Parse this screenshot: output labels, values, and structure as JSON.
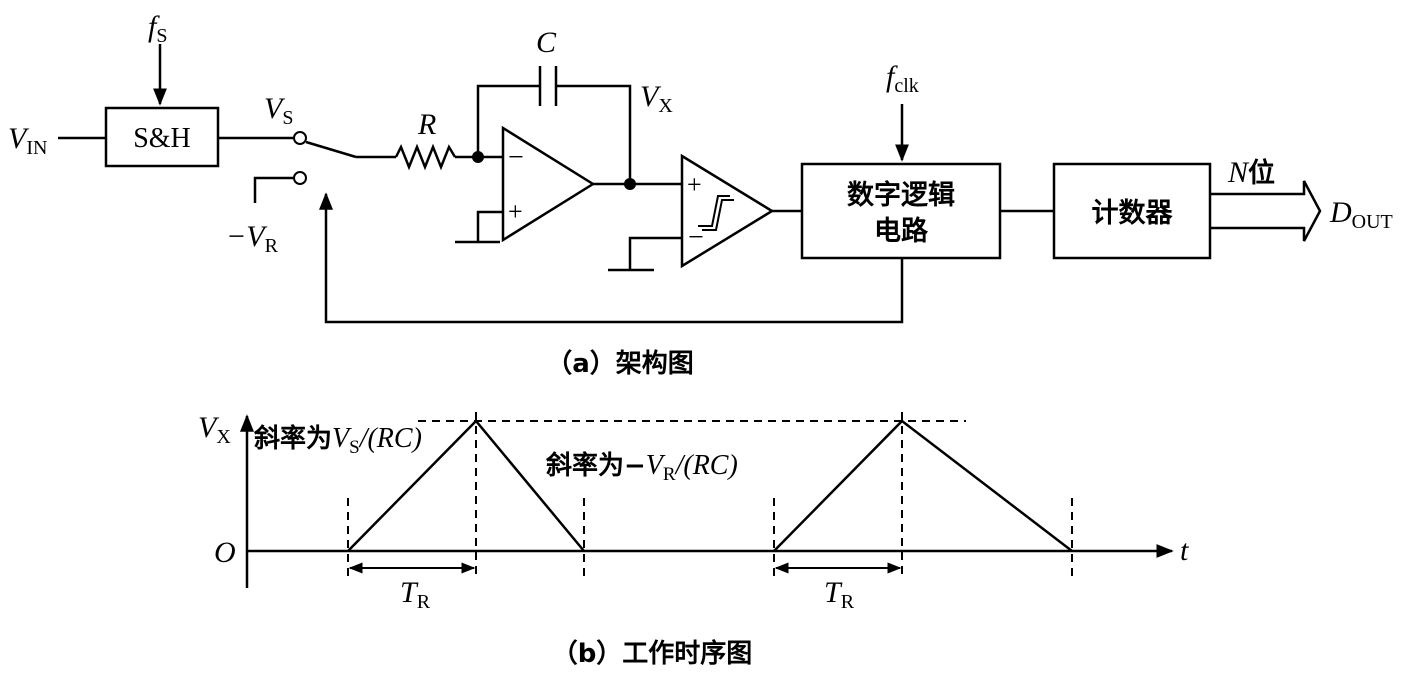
{
  "architecture": {
    "vin_label": "V",
    "vin_sub": "IN",
    "fs_label": "f",
    "fs_sub": "S",
    "sh_label": "S&H",
    "vs_label": "V",
    "vs_sub": "S",
    "vr_prefix": "−V",
    "vr_sub": "R",
    "r_label": "R",
    "c_label": "C",
    "vx_label": "V",
    "vx_sub": "X",
    "fclk_label": "f",
    "fclk_sub": "clk",
    "opamp_minus": "−",
    "opamp_plus": "+",
    "comp_plus": "+",
    "comp_minus": "−",
    "digital_logic_line1": "数字逻辑",
    "digital_logic_line2": "电路",
    "counter_label": "计数器",
    "nbit_italic": "N",
    "nbit_text": "位",
    "dout_label": "D",
    "dout_sub": "OUT",
    "caption": "（a）架构图"
  },
  "timing": {
    "vx_label": "V",
    "vx_sub": "X",
    "origin_label": "O",
    "t_label": "t",
    "slope_up_prefix": "斜率为",
    "slope_up_v": "V",
    "slope_up_sub": "S",
    "slope_up_suffix": "/(RC)",
    "slope_down_prefix": "斜率为−",
    "slope_down_v": "V",
    "slope_down_sub": "R",
    "slope_down_suffix": "/(RC)",
    "tr1_label": "T",
    "tr1_sub": "R",
    "tr2_label": "T",
    "tr2_sub": "R",
    "caption": "（b）工作时序图"
  }
}
